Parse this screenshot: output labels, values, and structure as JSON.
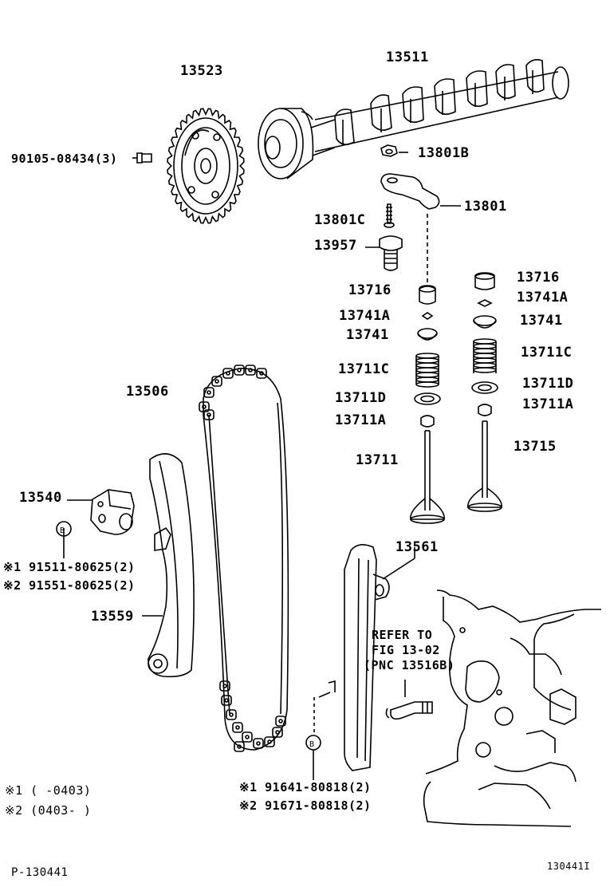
{
  "parts": {
    "p13523": "13523",
    "p13511": "13511",
    "bolt_sprocket": "90105-08434(3)",
    "p13801B": "13801B",
    "p13801": "13801",
    "p13801C": "13801C",
    "p13957": "13957",
    "p13716_in": "13716",
    "p13741A_in": "13741A",
    "p13741_in": "13741",
    "p13711C_in": "13711C",
    "p13711D_in": "13711D",
    "p13711A_in": "13711A",
    "p13711": "13711",
    "p13716_ex": "13716",
    "p13741A_ex": "13741A",
    "p13741_ex": "13741",
    "p13711C_ex": "13711C",
    "p13711D_ex": "13711D",
    "p13711A_ex": "13711A",
    "p13715": "13715",
    "p13506": "13506",
    "p13540": "13540",
    "p13561": "13561",
    "p13559": "13559"
  },
  "bolts_left": {
    "line1": "※1 91511-80625(2)",
    "line2": "※2 91551-80625(2)",
    "marker": "B"
  },
  "bolts_right": {
    "line1": "※1 91641-80818(2)",
    "line2": "※2 91671-80818(2)",
    "marker": "B"
  },
  "refer": {
    "line1": "REFER TO",
    "line2": "FIG 13-02",
    "line3": "(PNC 13516B)"
  },
  "notes": {
    "note1": "※1 (    -0403)",
    "note2": "※2 (0403-     )"
  },
  "footer": {
    "left": "P-130441",
    "right": "130441I"
  }
}
